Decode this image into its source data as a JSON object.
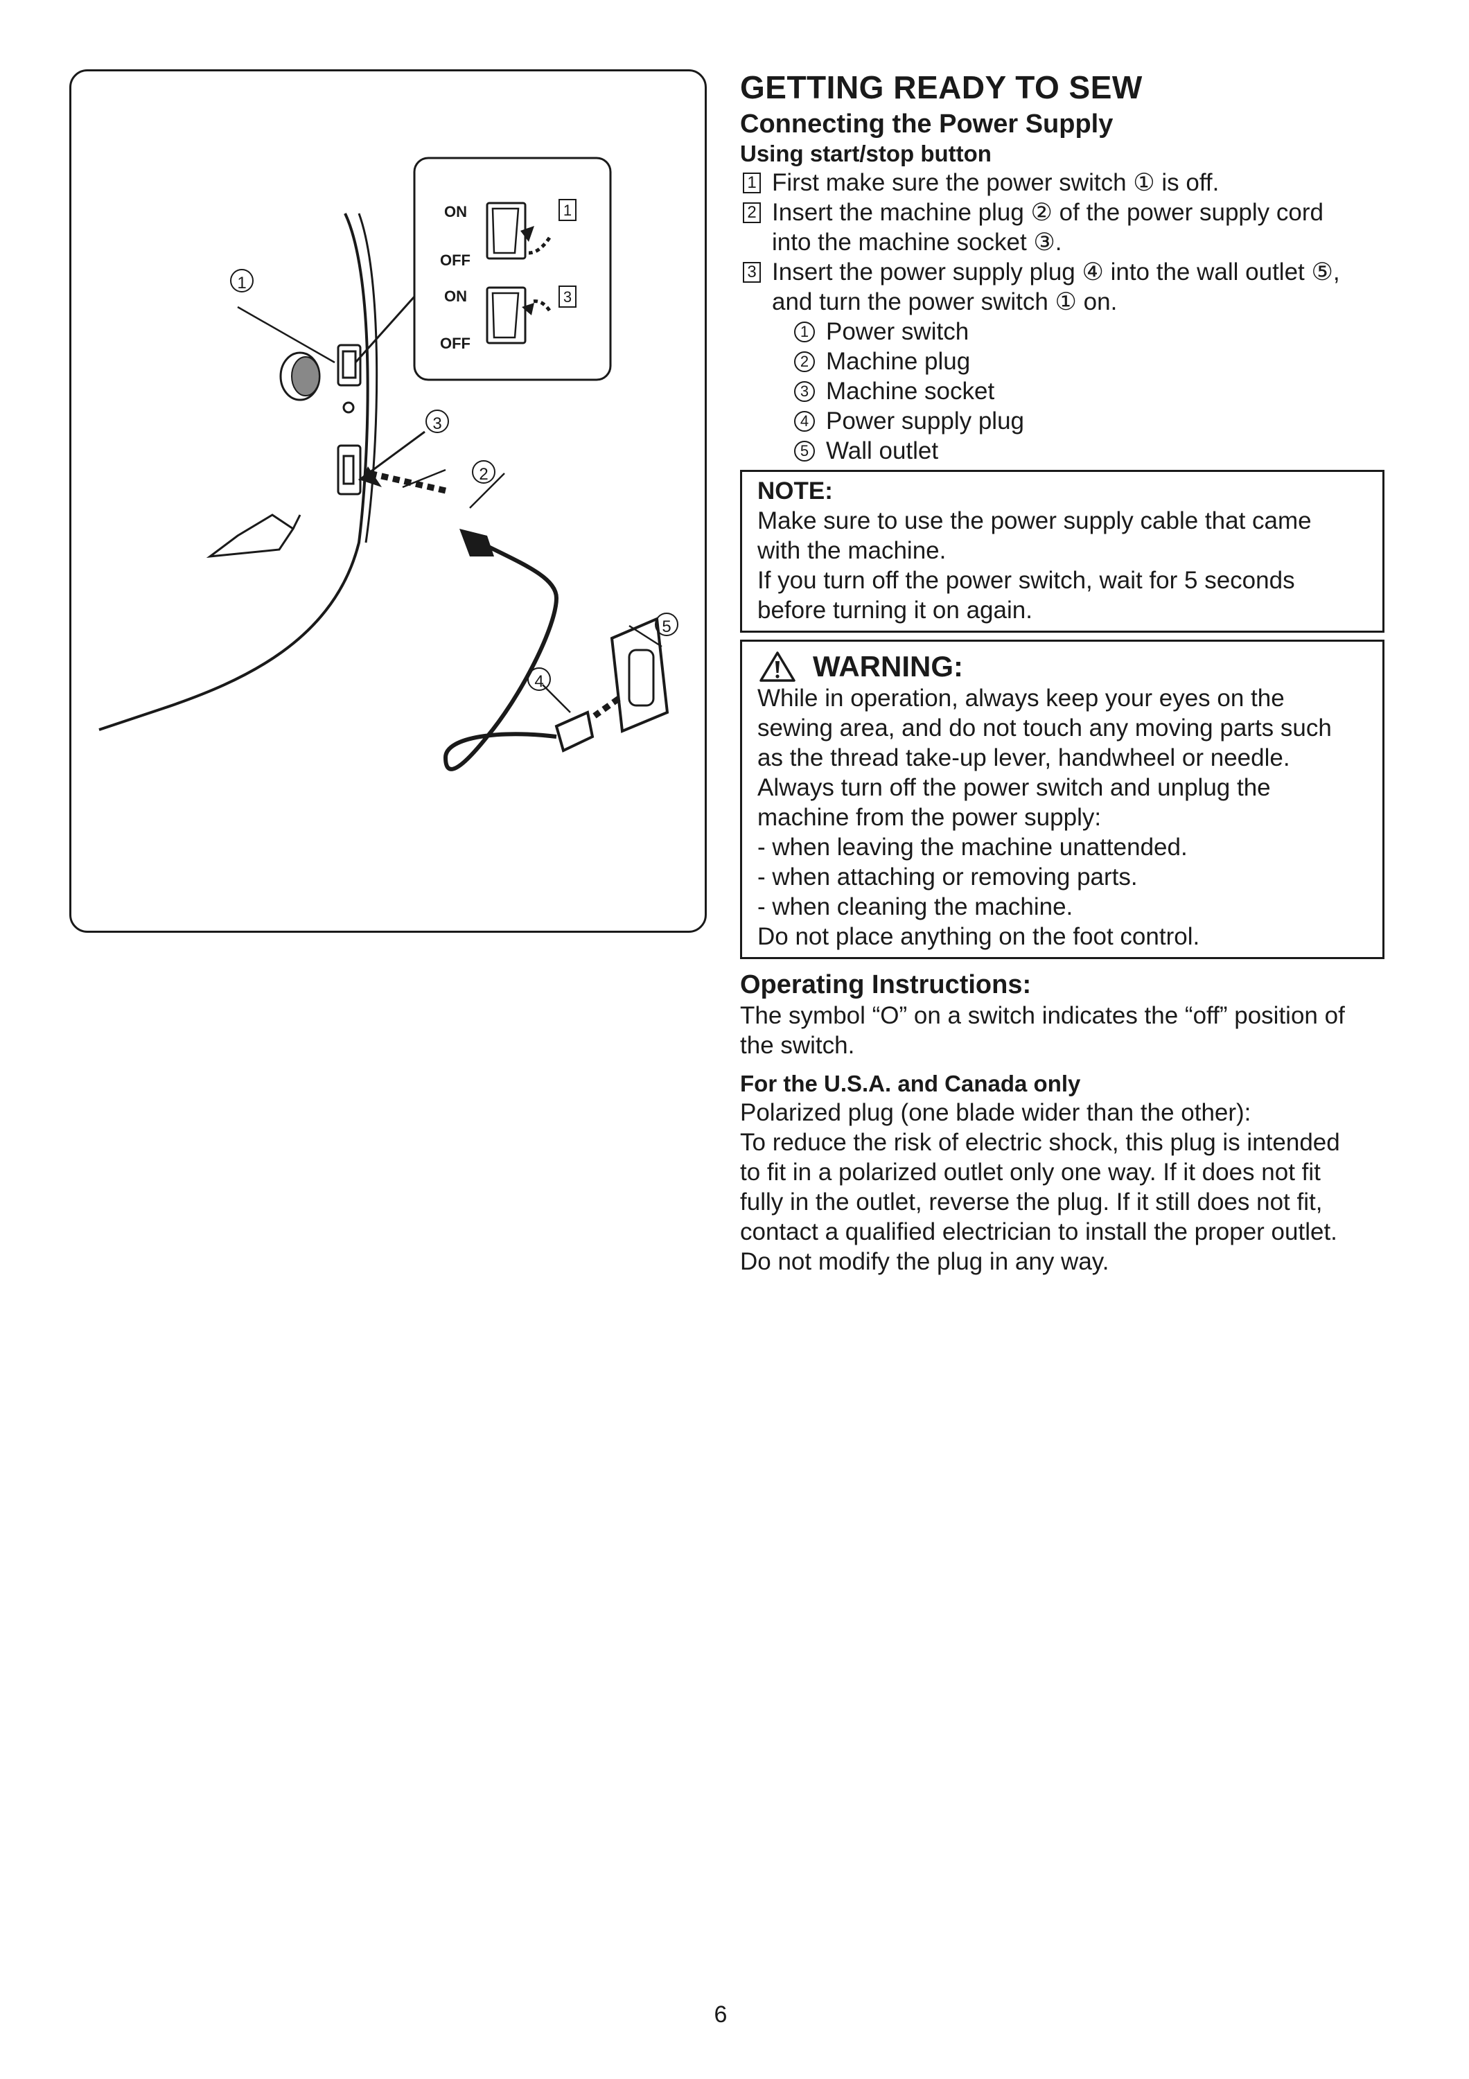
{
  "illustration": {
    "callouts": [
      "1",
      "2",
      "3",
      "4",
      "5"
    ],
    "inset_steps": [
      "1",
      "3"
    ],
    "switch_on": "ON",
    "switch_off": "OFF"
  },
  "heading": "GETTING READY TO SEW",
  "subheading": "Connecting the Power Supply",
  "subsubheading": "Using start/stop button",
  "steps": [
    {
      "num": "1",
      "lines": [
        "First make sure the power switch ① is off."
      ]
    },
    {
      "num": "2",
      "lines": [
        "Insert the machine plug ② of the power supply cord",
        "into the machine socket ③."
      ]
    },
    {
      "num": "3",
      "lines": [
        "Insert the power supply plug ④ into the wall outlet ⑤,",
        "and turn the power switch ① on."
      ]
    }
  ],
  "legend": [
    {
      "num": "1",
      "label": "Power switch"
    },
    {
      "num": "2",
      "label": "Machine plug"
    },
    {
      "num": "3",
      "label": "Machine socket"
    },
    {
      "num": "4",
      "label": "Power supply plug"
    },
    {
      "num": "5",
      "label": "Wall outlet"
    }
  ],
  "note": {
    "title": "NOTE:",
    "lines": [
      "Make sure to use the power supply cable that came",
      "with the machine.",
      "If you turn off the power switch, wait for 5 seconds",
      "before turning it on again."
    ]
  },
  "warning": {
    "title": "WARNING:",
    "icon": "warning-triangle-icon",
    "lines": [
      "While in operation, always keep your eyes on the",
      "sewing area, and do not touch any moving parts such",
      "as the thread take-up lever, handwheel or needle.",
      "Always turn off the power switch and unplug the",
      "machine from the power supply:",
      "- when leaving the machine unattended.",
      "- when attaching or removing parts.",
      "- when cleaning the machine.",
      "Do not place anything on the foot control."
    ]
  },
  "operating": {
    "title": "Operating Instructions:",
    "lines": [
      "The symbol “O” on a switch indicates the “off” position of",
      "the switch."
    ]
  },
  "usa": {
    "title": "For the U.S.A. and Canada only",
    "lines": [
      "Polarized plug (one blade wider than the other):",
      "To reduce the risk of electric shock, this plug is intended",
      "to fit in a polarized outlet only one way. If it does not fit",
      "fully in the outlet, reverse the plug. If it still does not fit,",
      "contact a qualified electrician to install the proper outlet.",
      "Do not modify the plug in any way."
    ]
  },
  "page_number": "6"
}
